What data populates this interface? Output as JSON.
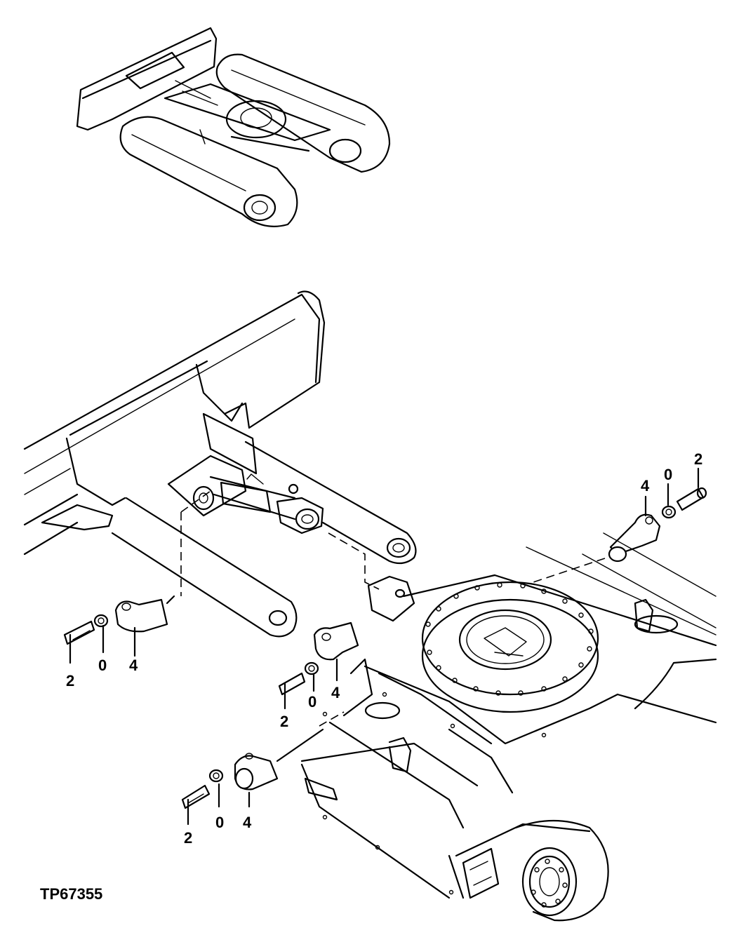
{
  "figure": {
    "reference_code": "TP67355"
  },
  "callouts": {
    "left_group": {
      "bolt": "2",
      "washer": "0",
      "bracket": "4"
    },
    "center_group": {
      "bolt": "2",
      "washer": "0",
      "bracket": "4"
    },
    "lower_group": {
      "bolt": "2",
      "washer": "0",
      "bracket": "4"
    },
    "right_group": {
      "bolt": "2",
      "washer": "0",
      "bracket": "4"
    }
  }
}
